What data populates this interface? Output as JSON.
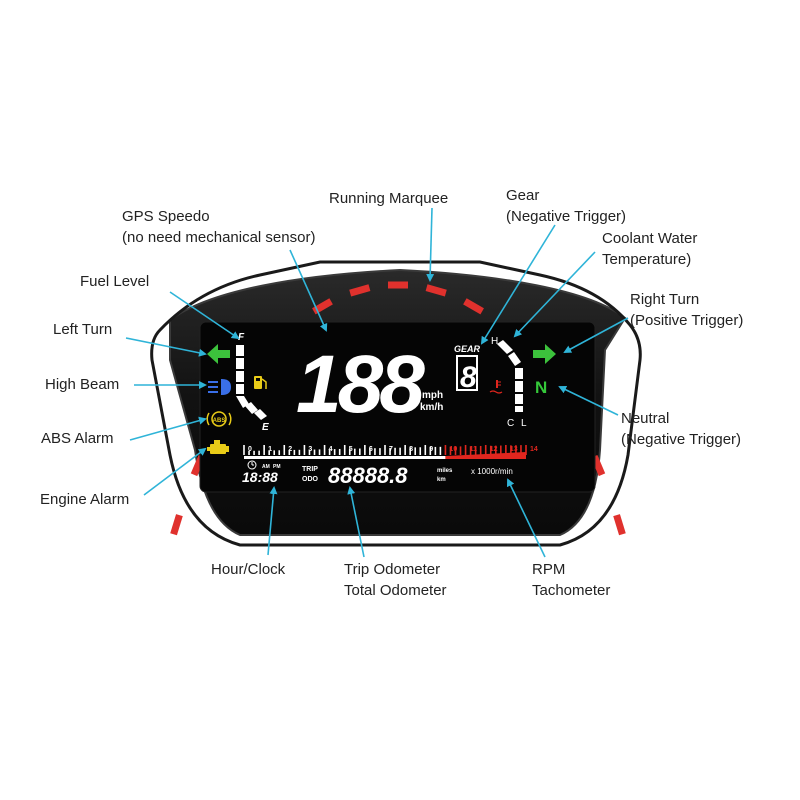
{
  "callouts": {
    "gps": [
      "GPS Speedo",
      "(no need mechanical sensor)"
    ],
    "marquee": [
      "Running Marquee"
    ],
    "gear": [
      "Gear",
      "(Negative Trigger)"
    ],
    "coolant": [
      "Coolant Water",
      "Temperature)"
    ],
    "fuel": [
      "Fuel Level"
    ],
    "right_turn": [
      "Right Turn",
      "(Positive Trigger)"
    ],
    "left_turn": [
      "Left Turn"
    ],
    "high_beam": [
      "High Beam"
    ],
    "abs": [
      "ABS Alarm"
    ],
    "neutral": [
      "Neutral",
      "(Negative Trigger)"
    ],
    "engine": [
      "Engine Alarm"
    ],
    "clock": [
      "Hour/Clock"
    ],
    "odometer": [
      "Trip Odometer",
      "Total Odometer"
    ],
    "rpm": [
      "RPM",
      "Tachometer"
    ]
  },
  "display": {
    "speed": "188",
    "speed_unit_top": "mph",
    "speed_unit_bottom": "km/h",
    "gear_label": "GEAR",
    "gear_value": "8",
    "neutral": "N",
    "fuel_full": "F",
    "fuel_empty": "E",
    "temp_hot": "H",
    "temp_cold": "C",
    "temp_low": "L",
    "abs_text": "ABS",
    "clock_time": "18:88",
    "clock_am": "AM",
    "clock_pm": "PM",
    "trip_label": "TRIP",
    "odo_label": "ODO",
    "odometer": "88888.8",
    "dist_unit_top": "miles",
    "dist_unit_bottom": "km",
    "rpm_unit": "x 1000r/min",
    "rpm_ticks": [
      "0",
      "1",
      "2",
      "3",
      "4",
      "5",
      "6",
      "7",
      "8",
      "9",
      "10",
      "11",
      "12",
      "13",
      "14"
    ],
    "rpm_redline_from": 10
  },
  "colors": {
    "bezel": "#101010",
    "screen": "#050505",
    "marquee_red": "#e0312d",
    "warning_red": "#e0261e",
    "turn_green": "#3cc23c",
    "neutral_green": "#35c93a",
    "beam_blue": "#3a6fe8",
    "alarm_yellow": "#e9cc18",
    "arrow_cyan": "#2fb4d8",
    "segment_white": "#ffffff"
  }
}
